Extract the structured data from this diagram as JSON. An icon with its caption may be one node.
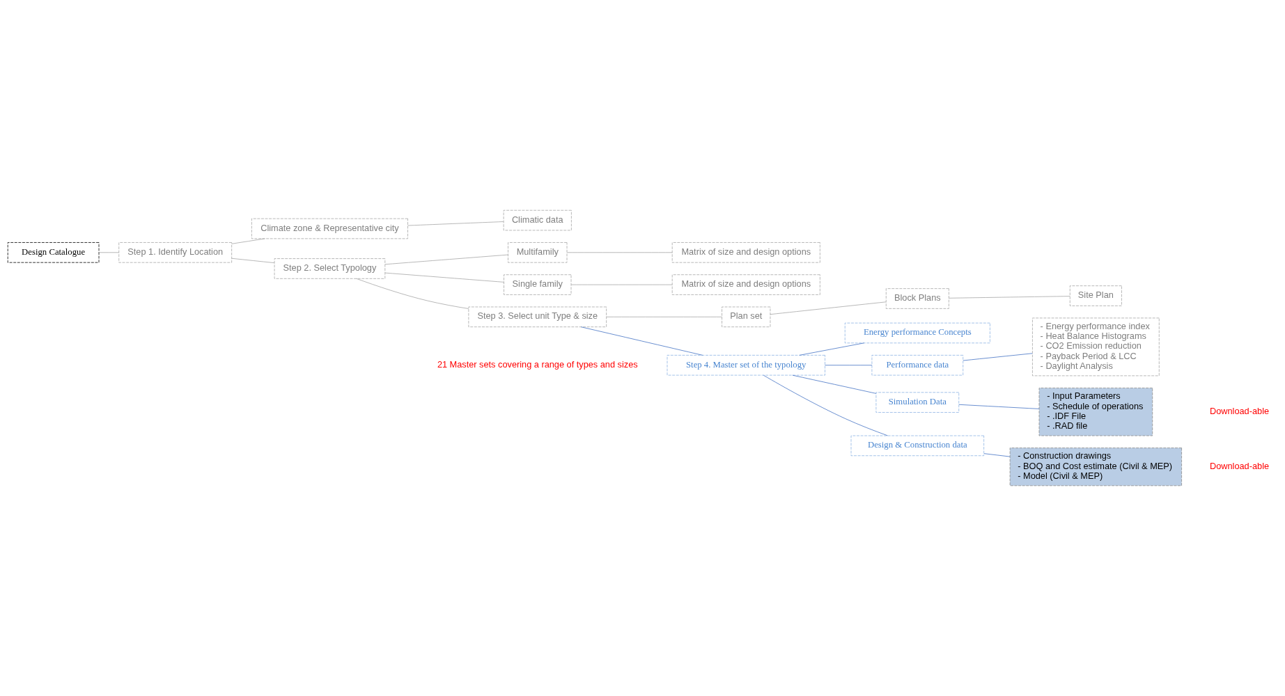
{
  "diagram": {
    "nodes": [
      {
        "text": [
          "Design Catalogue"
        ]
      },
      {
        "text": [
          "Step 1. Identify Location"
        ]
      },
      {
        "text": [
          "Climate zone & Representative city"
        ]
      },
      {
        "text": [
          "Climatic data"
        ]
      },
      {
        "text": [
          "Step 2. Select Typology"
        ]
      },
      {
        "text": [
          "Multifamily"
        ]
      },
      {
        "text": [
          "Matrix of size and design options"
        ]
      },
      {
        "text": [
          "Single family"
        ]
      },
      {
        "text": [
          "Matrix of size and design options"
        ]
      },
      {
        "text": [
          "Step 3. Select unit Type & size"
        ]
      },
      {
        "text": [
          "Plan set"
        ]
      },
      {
        "text": [
          "Block Plans"
        ]
      },
      {
        "text": [
          "Site Plan"
        ]
      },
      {
        "text": [
          "Step 4. Master set of the typology"
        ]
      },
      {
        "text": [
          "Energy performance Concepts"
        ]
      },
      {
        "text": [
          "Performance data"
        ]
      },
      {
        "text": [
          "Simulation Data"
        ]
      },
      {
        "text": [
          "Design & Construction data"
        ]
      },
      {
        "text": [
          "- Construction drawings",
          "- BOQ and Cost estimate (Civil & MEP)",
          "- Model (Civil & MEP)"
        ]
      },
      {
        "text": [
          "- Energy performance index",
          "- Heat Balance Histograms",
          "- CO2 Emission reduction",
          "- Payback Period & LCC",
          "- Daylight Analysis"
        ]
      },
      {
        "text": [
          "- Input Parameters",
          "- Schedule of operations",
          "- .IDF File",
          "- .RAD file"
        ]
      }
    ],
    "edges": [
      {
        "from": 0,
        "to": 1,
        "arrow": "none"
      },
      {
        "from": 1,
        "to": 2,
        "arrow": "none"
      },
      {
        "from": 2,
        "to": 3,
        "arrow": "none"
      },
      {
        "from": 1,
        "to": 4,
        "arrow": "none"
      },
      {
        "from": 4,
        "to": 5,
        "arrow": "none"
      },
      {
        "from": 5,
        "to": 6,
        "arrow": "none"
      },
      {
        "from": 4,
        "to": 7,
        "arrow": "none"
      },
      {
        "from": 7,
        "to": 8,
        "arrow": "none"
      },
      {
        "from": 4,
        "to": 9,
        "arrow": "none"
      },
      {
        "from": 9,
        "to": 10,
        "arrow": "none"
      },
      {
        "from": 10,
        "to": 11,
        "arrow": "none"
      },
      {
        "from": 11,
        "to": 12,
        "arrow": "none"
      },
      {
        "from": 9,
        "to": 13,
        "arrow": "none",
        "color": "#4472c4"
      },
      {
        "from": 13,
        "to": 14,
        "arrow": "none",
        "color": "#4472c4"
      },
      {
        "from": 13,
        "to": 15,
        "arrow": "none",
        "color": "#4472c4"
      },
      {
        "from": 13,
        "to": 16,
        "arrow": "none",
        "color": "#4472c4"
      },
      {
        "from": 13,
        "to": 17,
        "arrow": "none",
        "color": "#4472c4"
      },
      {
        "from": 17,
        "to": 18,
        "arrow": "none",
        "color": "#4472c4"
      },
      {
        "from": 15,
        "to": 19,
        "arrow": "none",
        "color": "#4472c4"
      },
      {
        "from": 16,
        "to": 20,
        "arrow": "none",
        "color": "#4472c4"
      }
    ],
    "labels": [
      "21 Master sets covering a range of types and sizes",
      "Download-able",
      "Download-able"
    ]
  }
}
